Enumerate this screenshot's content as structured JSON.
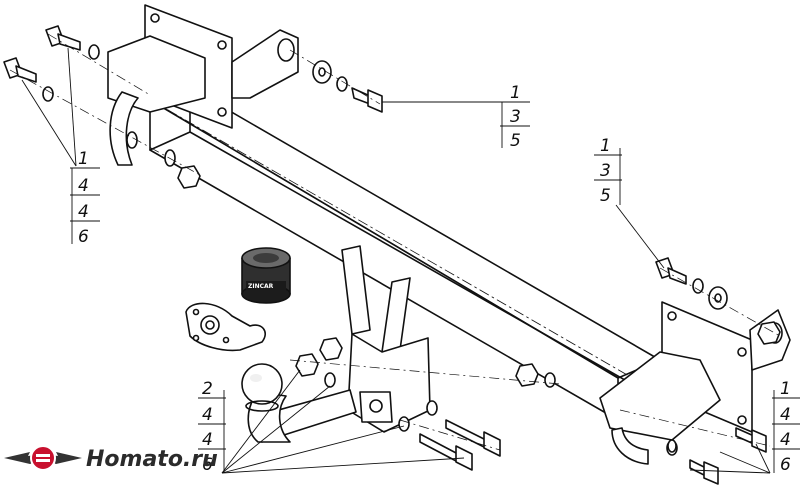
{
  "callouts": {
    "top_left": [
      "1",
      "4",
      "4",
      "6"
    ],
    "top_right": [
      "1",
      "3",
      "5"
    ],
    "mid_right": [
      "1",
      "3",
      "5"
    ],
    "bottom_left": [
      "2",
      "4",
      "4",
      "6"
    ],
    "bottom_right": [
      "1",
      "4",
      "4",
      "6"
    ]
  },
  "logo": {
    "text": "Homato.ru",
    "brand_color": "#c8102e"
  },
  "ball_cover_stamp": "ZINCAR"
}
